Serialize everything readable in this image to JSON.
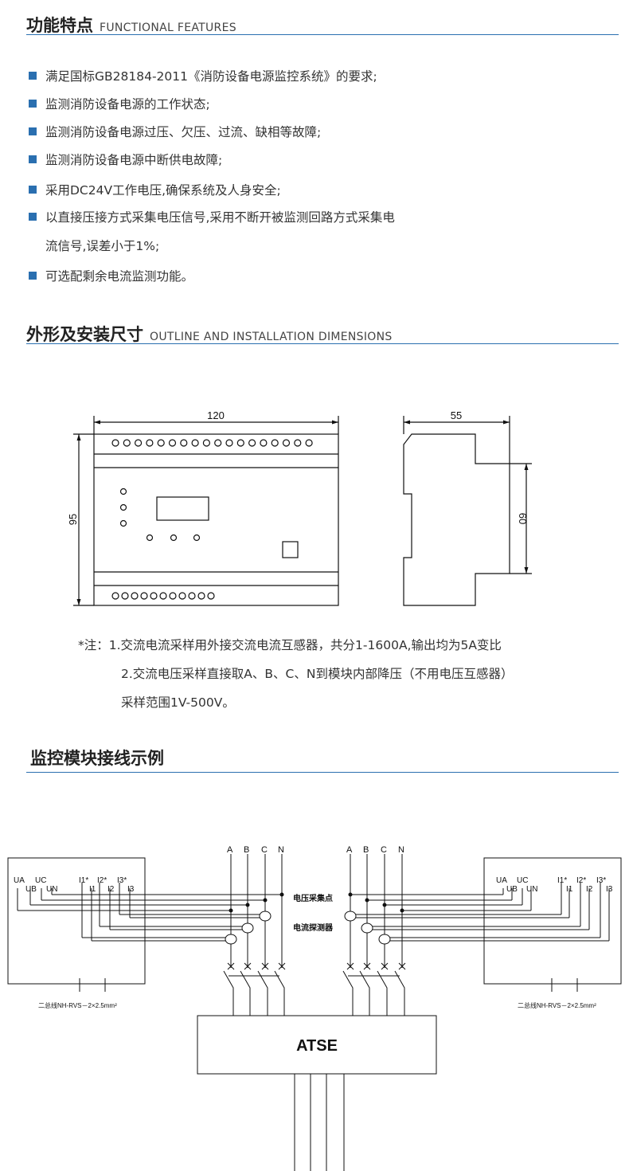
{
  "features": {
    "title": "功能特点",
    "subtitle": "FUNCTIONAL FEATURES",
    "items": [
      "满足国标GB28184-2011《消防设备电源监控系统》的要求;",
      "监测消防设备电源的工作状态;",
      "监测消防设备电源过压、欠压、过流、缺相等故障;",
      "监测消防设备电源中断供电故障;",
      "采用DC24V工作电压,确保系统及人身安全;",
      "以直接压接方式采集电压信号,采用不断开被监测回路方式采集电",
      "可选配剩余电流监测功能。"
    ],
    "item6_cont": "流信号,误差小于1%;"
  },
  "outline": {
    "title": "外形及安装尺寸",
    "subtitle": "OUTLINE AND INSTALLATION DIMENSIONS",
    "front_width": "120",
    "front_height": "95",
    "side_width": "55",
    "side_height": "60"
  },
  "notes": {
    "line1": "*注：1.交流电流采样用外接交流电流互感器，共分1-1600A,输出均为5A变比",
    "line2": "2.交流电压采样直接取A、B、C、N到模块内部降压（不用电压互感器）",
    "line3": "采样范围1V-500V。"
  },
  "wiring": {
    "title": "监控模块接线示例",
    "phases": [
      "A",
      "B",
      "C",
      "N"
    ],
    "terminals": {
      "UA": "UA",
      "UB": "UB",
      "UC": "UC",
      "UN": "UN",
      "I1s": "I1*",
      "I2s": "I2*",
      "I3s": "I3*",
      "I1": "I1",
      "I2": "I2",
      "I3": "I3"
    },
    "voltage_point": "电压采集点",
    "current_detector": "电流探测器",
    "bus_label": "二总线NH-RVS－2×2.5mm²",
    "atse": "ATSE"
  },
  "colors": {
    "accent": "#2a6fb0"
  }
}
